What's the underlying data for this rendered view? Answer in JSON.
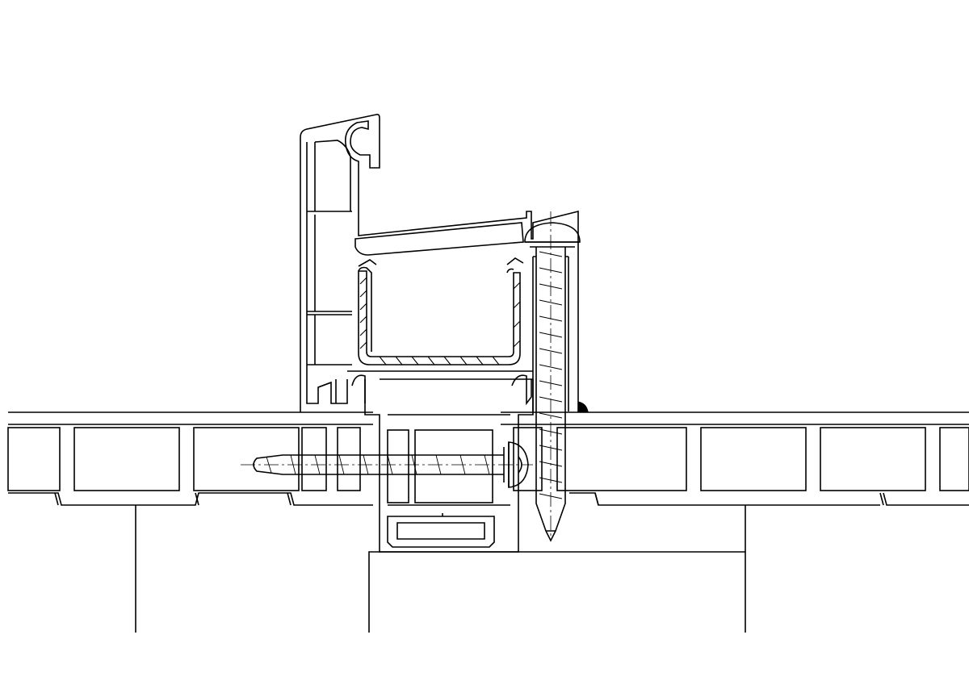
{
  "drawing": {
    "kind": "technical cross-section",
    "line_color": "#000000",
    "background": "#ffffff",
    "parts": [
      "glazing-bead-profile",
      "steel-reinforcement-channel",
      "mullion-profile",
      "left-multi-chamber-panel",
      "right-multi-chamber-panel",
      "horizontal-screw",
      "vertical-screw",
      "left-support-post",
      "center-support-block",
      "sealing-gasket"
    ]
  }
}
